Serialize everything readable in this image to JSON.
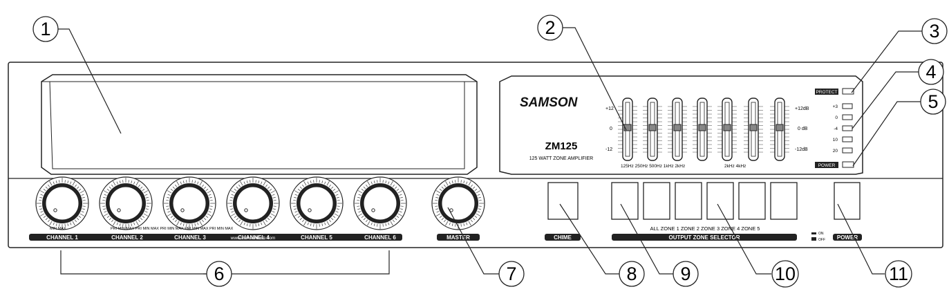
{
  "callouts": [
    "1",
    "2",
    "3",
    "4",
    "5",
    "6",
    "7",
    "8",
    "9",
    "10",
    "11"
  ],
  "brand": "SAMSON",
  "model": "ZM125",
  "model_sub": "125 WATT ZONE AMPLIFIER",
  "eq": {
    "left_scale": [
      "+12",
      "0",
      "-12"
    ],
    "right_scale": [
      "+12dB",
      "0 dB",
      "-12dB"
    ],
    "freq_left": "125Hz 250Hz 500Hz 1kHz 2kHz",
    "freq_right": "2kHz 4kHz"
  },
  "meter": {
    "labels": [
      "PROTECT",
      "+3",
      "0",
      "-4",
      "10",
      "20",
      "POWER"
    ]
  },
  "channels": {
    "labels": [
      "CHANNEL 1",
      "CHANNEL 2",
      "CHANNEL 3",
      "CHANNEL 4",
      "CHANNEL 5",
      "CHANNEL 6"
    ],
    "sub_left": "MIN MAX",
    "sub_mid": "PRI MIN MAX PRI MIN MAX PRI MIN MAX PRI MIN MAX PRI MIN MAX"
  },
  "website": "www.samsontech.com",
  "master_label": "MASTER",
  "chime_label": "CHIME",
  "zones_label": "ALL ZONE 1 ZONE 2 ZONE 3 ZONE 4 ZONE 5",
  "output_zone_label": "OUTPUT ZONE SELECTOR",
  "power_label": "POWER",
  "power_states": [
    "ON",
    "OFF"
  ]
}
